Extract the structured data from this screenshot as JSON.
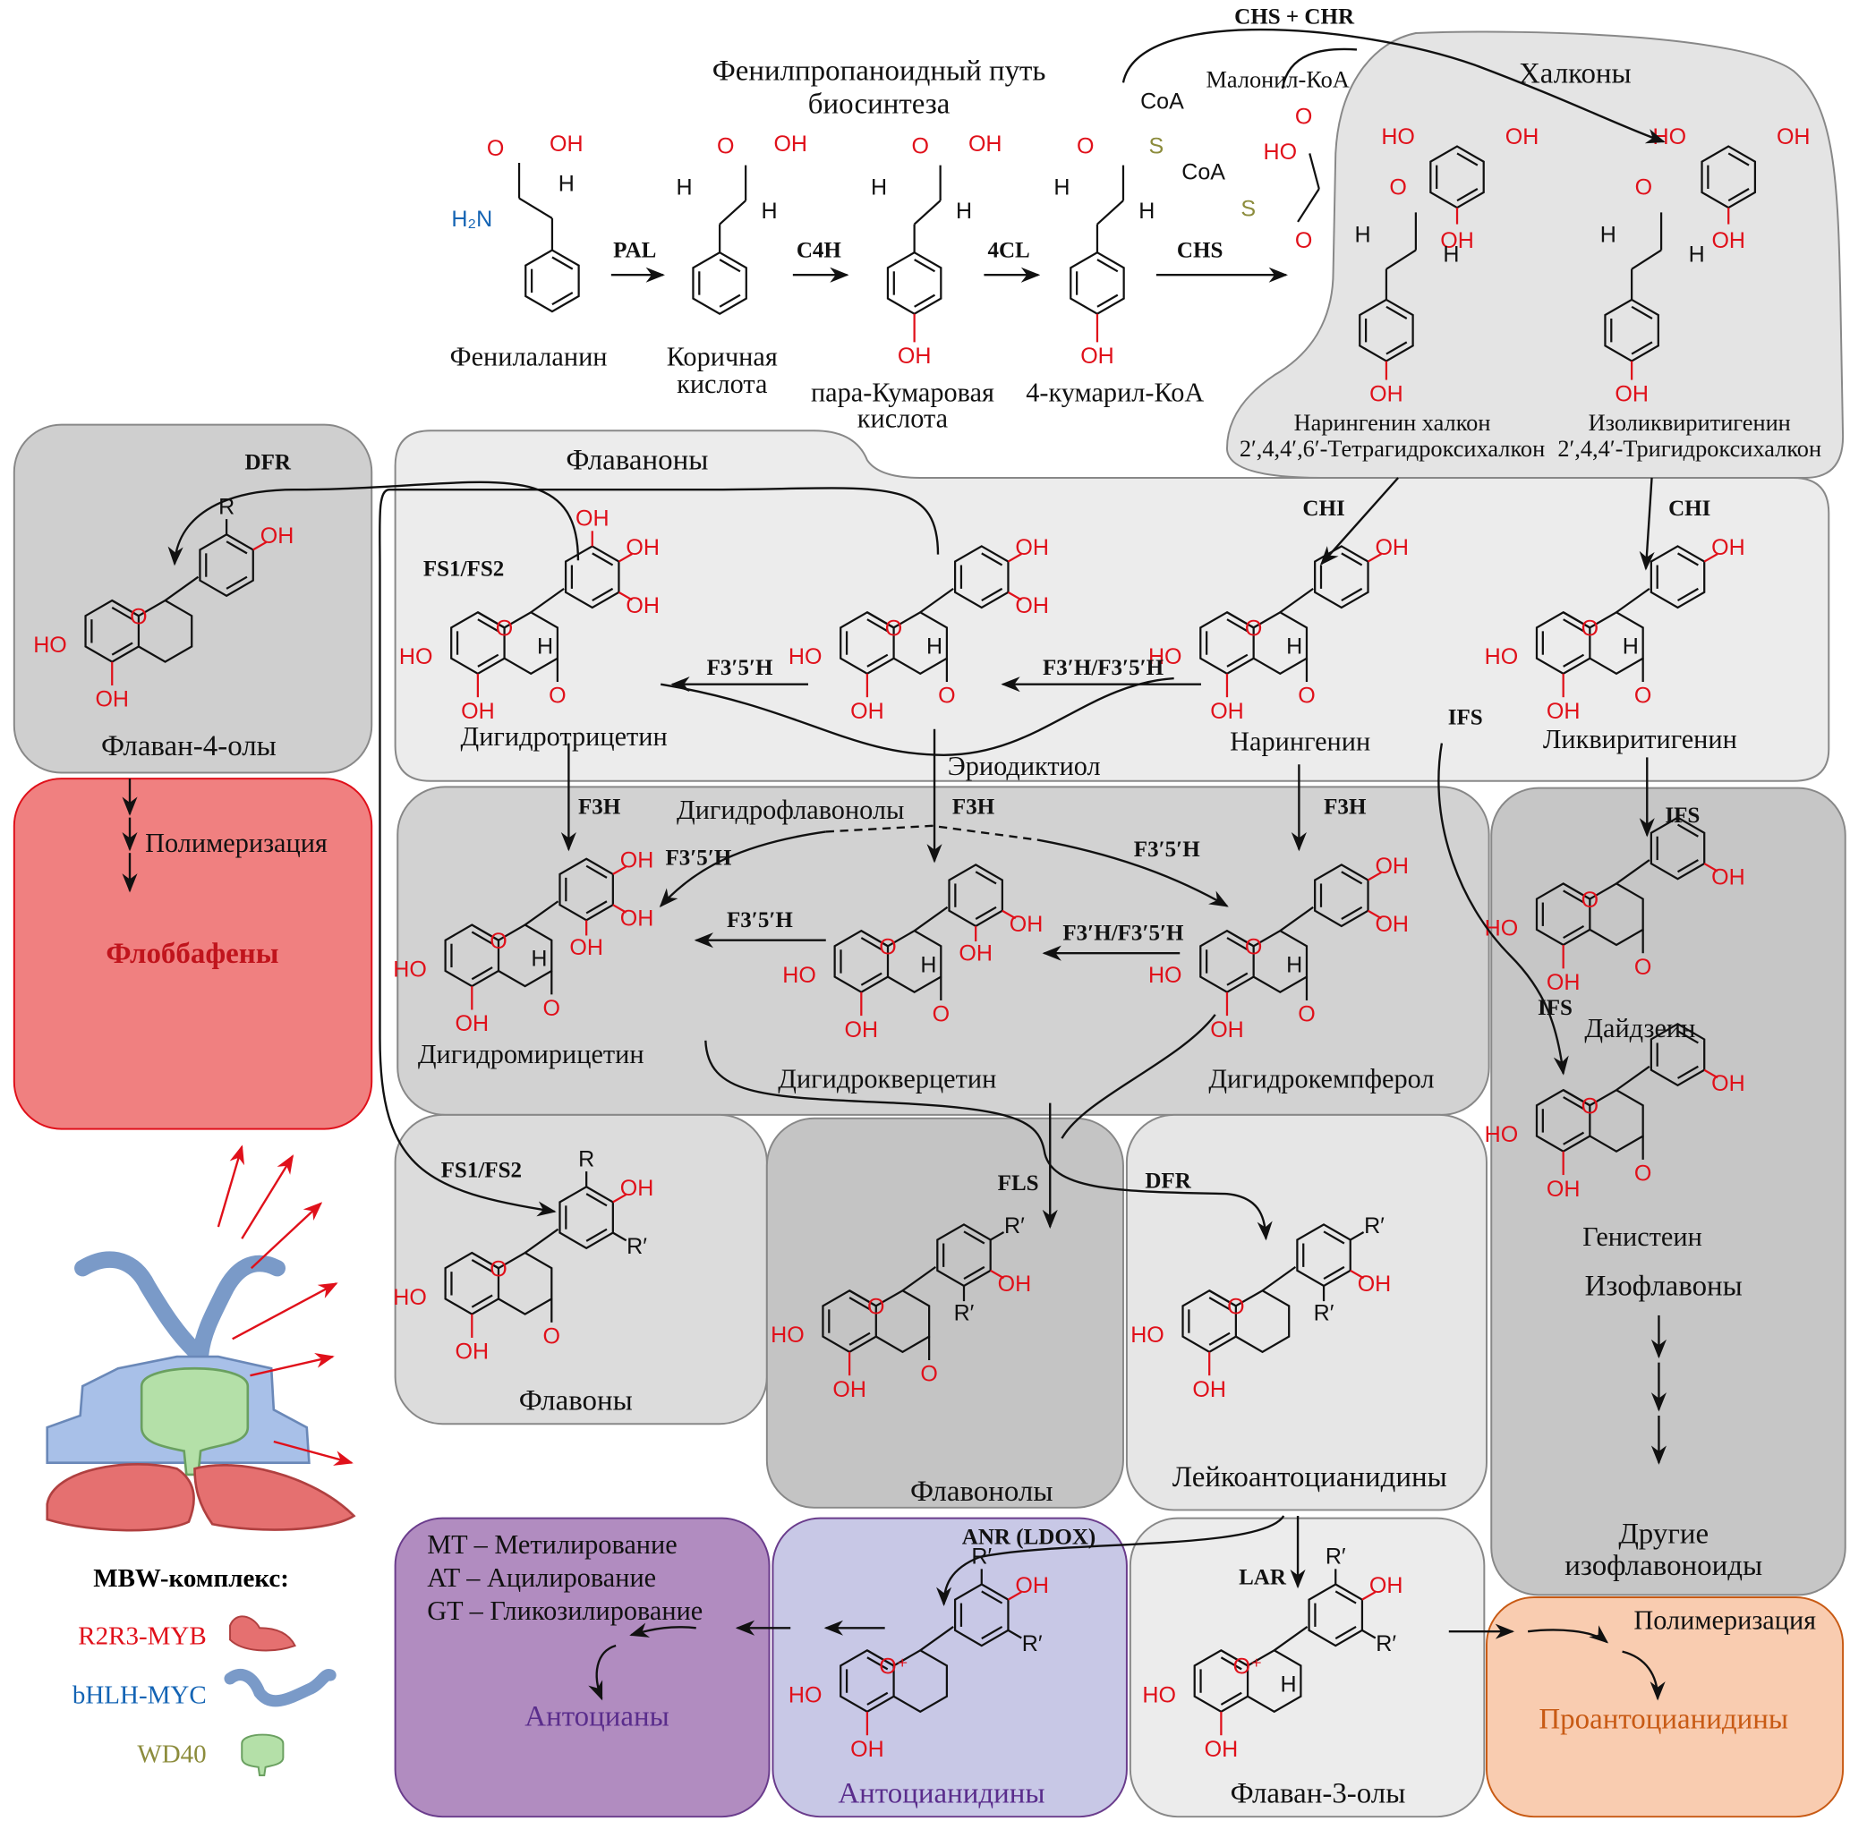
{
  "title": {
    "line1": "Фенилпропаноидный путь",
    "line2": "биосинтеза"
  },
  "colors": {
    "atom_oxygen": "#e0101a",
    "atom_nitrogen": "#1464b4",
    "atom_sulfur": "#8c8c3c",
    "box_light": "#ececec",
    "box_mid": "#d8d8d8",
    "box_dark": "#c6c6c6",
    "phlobaphene_box": "#f08080",
    "anthocyanin_box": "#b18cc0",
    "anthocyanidin_box": "#c8c8e6",
    "proanthocyanidin_box": "#f9ccb0",
    "phlobaphene_text": "#c0141c",
    "anthocyan_text": "#5a2d8c",
    "proanthocyanidin_text": "#c85a14",
    "myb": "#e0101a",
    "bhlh": "#1464b4",
    "wd40": "#8c8c3c"
  },
  "precursors": [
    {
      "name": "Фенилаланин"
    },
    {
      "name": "Коричная",
      "name2": "кислота"
    },
    {
      "name": "пара-Кумаровая",
      "name2": "кислота"
    },
    {
      "name": "4-кумарил-КоА"
    }
  ],
  "enzymes_top": {
    "pal": "PAL",
    "c4h": "C4H",
    "4cl": "4CL",
    "chs": "CHS",
    "chs_chr": "CHS + CHR"
  },
  "malonyl": "Малонил-КоА",
  "chalcones": {
    "group": "Халконы",
    "items": [
      {
        "name": "Нарингенин халкон",
        "sub": "2′,4,4′,6′-Тетрагидроксихалкон"
      },
      {
        "name": "Изоликвиритигенин",
        "sub": "2′,4,4′-Тригидроксихалкон"
      }
    ]
  },
  "flavanones": {
    "group": "Флаваноны",
    "items": [
      "Дигидротрицетин",
      "Эриодиктиол",
      "Нарингенин",
      "Ликвиритигенин"
    ],
    "enzymes": {
      "chi1": "CHI",
      "chi2": "CHI",
      "f35h": "F3′5′H",
      "f3h_f35h": "F3′H/F3′5′H",
      "fs": "FS1/FS2",
      "ifs": "IFS"
    }
  },
  "flavan4ols": {
    "group": "Флаван-4-олы",
    "enzyme": "DFR"
  },
  "phlobaphenes": {
    "group": "Флоббафены",
    "step": "Полимеризация"
  },
  "dihydroflavonols": {
    "group": "Дигидрофлавонолы",
    "items": [
      "Дигидромирицетин",
      "Дигидрокверцетин",
      "Дигидрокемпферол"
    ],
    "enzymes": {
      "f3h_1": "F3H",
      "f3h_2": "F3H",
      "f3h_3": "F3H",
      "f35h_a": "F3′5′H",
      "f35h_b": "F3′5′H",
      "f35h_c": "F3′5′H",
      "f3h_f35h": "F3′H/F3′5′H"
    }
  },
  "isoflavones": {
    "group": "Изофлавоны",
    "items": [
      "Дайдзеин",
      "Генистеин"
    ],
    "enzymes": {
      "ifs1": "IFS",
      "ifs2": "IFS"
    },
    "other": {
      "line1": "Другие",
      "line2": "изофлавоноиды"
    }
  },
  "flavones": {
    "group": "Флавоны",
    "enzyme": "FS1/FS2"
  },
  "flavonols": {
    "group": "Флавонолы",
    "enzyme": "FLS"
  },
  "leucoanthocyanidins": {
    "group": "Лейкоантоцианидины",
    "enzyme": "DFR"
  },
  "anthocyanins": {
    "group": "Антоцианы",
    "modifications": [
      "MT – Метилирование",
      "AT – Ацилирование",
      "GT – Гликозилирование"
    ]
  },
  "anthocyanidins": {
    "group": "Антоцианидины",
    "enzyme": "ANR (LDOX)"
  },
  "flavan3ols": {
    "group": "Флаван-3-олы",
    "enzyme": "LAR"
  },
  "proanthocyanidins": {
    "group": "Проантоцианидины",
    "step": "Полимеризация"
  },
  "mbw": {
    "title": "MBW-комплекс:",
    "legend": [
      {
        "label": "R2R3-MYB",
        "key": "myb"
      },
      {
        "label": "bHLH-MYC",
        "key": "bhlh"
      },
      {
        "label": "WD40",
        "key": "wd40"
      }
    ]
  },
  "atoms": {
    "oh": "OH",
    "ho": "HO",
    "o": "O",
    "h": "H",
    "h2n": "H₂N",
    "coa": "CoA",
    "s": "S",
    "r": "R",
    "rp": "R′",
    "oplus": "O⁺"
  }
}
